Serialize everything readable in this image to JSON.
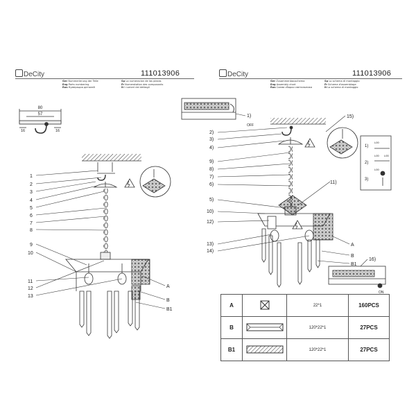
{
  "left_sheet": {
    "brand": "DeCity",
    "code": "111013906",
    "captions": [
      {
        "lang": "Ger",
        "text": "Nummerierung der Teile"
      },
      {
        "lang": "Eng",
        "text": "Parts numbering"
      },
      {
        "lang": "Rus",
        "text": "Нумерация деталей"
      },
      {
        "lang": "Sp",
        "text": "La numeracion de las piezas"
      },
      {
        "lang": "Fr",
        "text": "Numerotation des composants"
      },
      {
        "lang": "It",
        "text": "I numeri dei dettagli"
      }
    ],
    "dims": {
      "outer": "80",
      "inner": "57",
      "side_l": "16",
      "side_r": "16"
    },
    "labels": [
      "1",
      "2",
      "3",
      "4",
      "5",
      "6",
      "7",
      "8",
      "9",
      "10",
      "11",
      "12",
      "13"
    ],
    "right_labels": [
      "A",
      "B",
      "B1"
    ]
  },
  "right_sheet": {
    "brand": "DeCity",
    "code": "111013906",
    "captions": [
      {
        "lang": "Ger",
        "text": "Zusammenbauschema"
      },
      {
        "lang": "Eng",
        "text": "Assembly chart"
      },
      {
        "lang": "Rus",
        "text": "Схема сборки светильника"
      },
      {
        "lang": "Sp",
        "text": "Lo schema di montaggio"
      },
      {
        "lang": "Fr",
        "text": "Schema d'assemblage"
      },
      {
        "lang": "It",
        "text": "Lo schema di montaggio"
      }
    ],
    "labels": [
      "1)",
      "2)",
      "3)",
      "4)",
      "9)",
      "8)",
      "7)",
      "6)",
      "5)",
      "10)",
      "12)",
      "13)",
      "14)",
      "15)",
      "11)",
      "16)"
    ],
    "switch_off": "OFF",
    "switch_on": "ON",
    "steps": [
      "1)",
      "2)",
      "3)"
    ],
    "step_values": [
      "L00",
      "L00",
      "L00",
      "L00"
    ],
    "right_labels": [
      "A",
      "B",
      "B1"
    ]
  },
  "parts_table": [
    {
      "key": "A",
      "size": "22*1",
      "qty": "160PCS"
    },
    {
      "key": "B",
      "size": "120*22*1",
      "qty": "27PCS"
    },
    {
      "key": "B1",
      "size": "120*22*1",
      "qty": "27PCS"
    }
  ]
}
